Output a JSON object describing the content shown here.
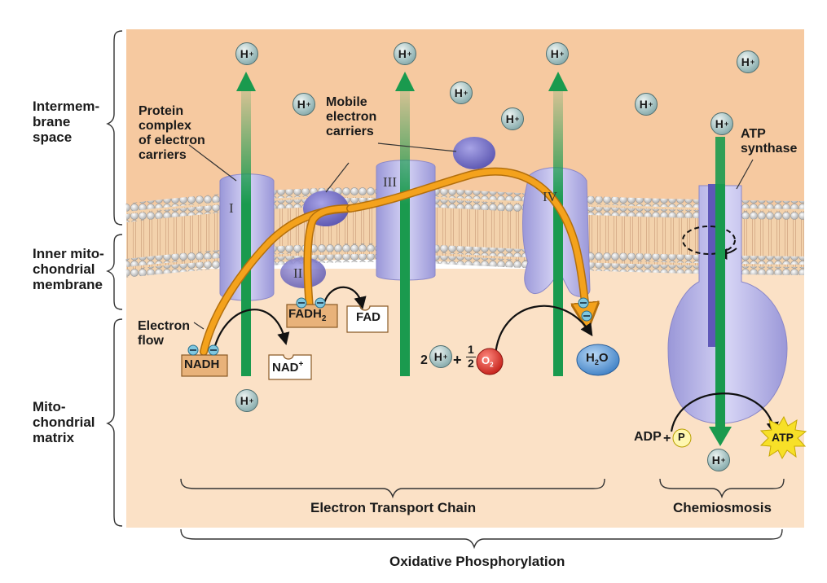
{
  "regions": {
    "intermembrane": [
      "Intermem-",
      "brane",
      "space"
    ],
    "inner_membrane": [
      "Inner mito-",
      "chondrial",
      "membrane"
    ],
    "matrix": [
      "Mito-",
      "chondrial",
      "matrix"
    ]
  },
  "annotations": {
    "protein_complex": [
      "Protein",
      "complex",
      "of electron",
      "carriers"
    ],
    "mobile_carriers": [
      "Mobile",
      "electron",
      "carriers"
    ],
    "atp_synthase": [
      "ATP",
      "synthase"
    ],
    "electron_flow": [
      "Electron",
      "flow"
    ]
  },
  "complexes": {
    "c1": "I",
    "c2": "II",
    "c3": "III",
    "c4": "IV"
  },
  "molecules": {
    "proton_base": "H",
    "proton_charge": "+",
    "nadh": "NADH",
    "nad_base": "NAD",
    "nad_charge": "+",
    "fadh2_base": "FADH",
    "fadh2_sub": "2",
    "fad": "FAD",
    "water_h": "H",
    "water_sub": "2",
    "water_o": "O",
    "oxygen_base": "O",
    "oxygen_sub": "2",
    "coef_two": "2",
    "plus": "+",
    "half_num": "1",
    "half_den": "2",
    "adp": "ADP",
    "phosphate": "P",
    "atp": "ATP"
  },
  "sections": {
    "etc": "Electron Transport Chain",
    "chemiosmosis": "Chemiosmosis",
    "oxphos": "Oxidative Phosphorylation"
  },
  "colors": {
    "intermembrane_bg": "#f6c9a0",
    "matrix_bg": "#fbe1c6",
    "protein": "#b8b6e6",
    "proton_arrow": "#1a9a4e",
    "electron_path": "#f4a21c",
    "oxygen": "#e0322a",
    "water": "#5a9ad8",
    "atp_star": "#f7e028",
    "carrier_box": "#e8b27a"
  }
}
